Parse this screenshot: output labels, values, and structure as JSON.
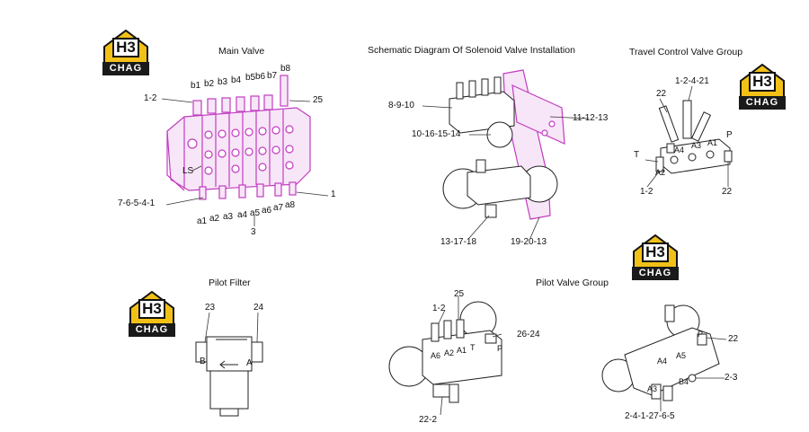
{
  "logo": {
    "mark": "H3",
    "sub": "CHAG"
  },
  "sections": {
    "main_valve": {
      "title": "Main Valve",
      "labels": {
        "b1": "b1",
        "b2": "b2",
        "b3": "b3",
        "b4": "b4",
        "b5": "b5",
        "b6": "b6",
        "b7": "b7",
        "b8": "b8",
        "l12": "1-2",
        "l25": "25",
        "ls": "LS",
        "l7654": "7-6-5-4-1",
        "l1": "1",
        "a1": "a1",
        "a2": "a2",
        "a3": "a3",
        "a4": "a4",
        "a5": "a5",
        "a6": "a6",
        "a7": "a7",
        "a8": "a8",
        "l3": "3"
      }
    },
    "schematic": {
      "title": "Schematic Diagram Of Solenoid Valve Installation",
      "labels": {
        "l8910": "8-9-10",
        "l111213": "11-12-13",
        "l10161514": "10-16-15-14",
        "l131718": "13-17-18",
        "l192013": "19-20-13"
      }
    },
    "travel": {
      "title": "Travel Control Valve Group",
      "labels": {
        "l12421": "1-2-4-21",
        "l22a": "22",
        "a4": "A4",
        "a3": "A3",
        "a1": "A1",
        "p": "P",
        "t": "T",
        "a2": "A2",
        "l12": "1-2",
        "l22b": "22"
      }
    },
    "pilot_filter": {
      "title": "Pilot Filter",
      "labels": {
        "l23": "23",
        "l24": "24",
        "b": "B",
        "a": "A"
      }
    },
    "pilot_valve": {
      "title": "Pilot Valve Group",
      "labels": {
        "l25": "25",
        "l12": "1-2",
        "l2624": "26-24",
        "a6": "A6",
        "a2": "A2",
        "a1": "A1",
        "t": "T",
        "p": "P",
        "l222": "22-2",
        "p2": "P",
        "l22": "22",
        "a4": "A4",
        "a5": "A5",
        "a3": "A3",
        "b4": "B4",
        "l23": "2-3",
        "l2412765": "2-4-1-27-6-5"
      }
    }
  }
}
